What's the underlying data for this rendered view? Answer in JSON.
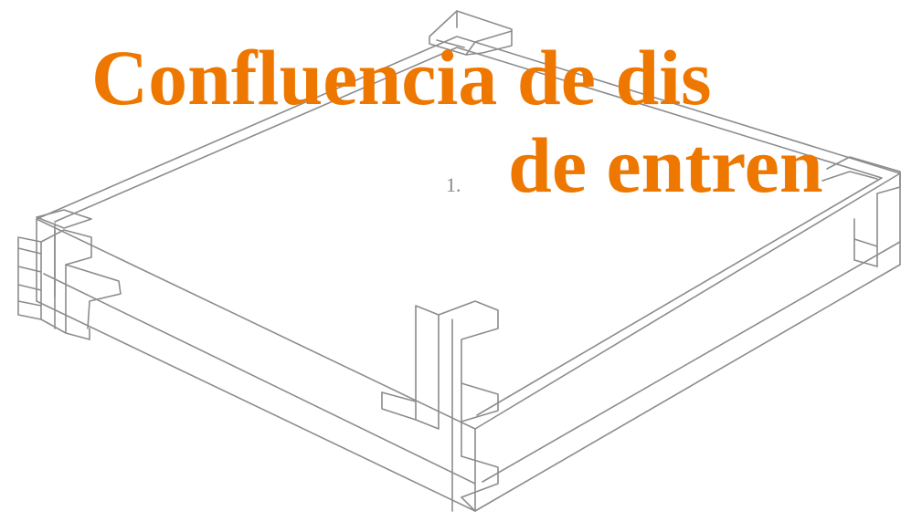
{
  "title": {
    "line1": "Confluencia de dis",
    "line2": "de entren",
    "color": "#ee7700"
  },
  "diagram": {
    "figure_label": "1.",
    "subject": "flat box panel with corner joint brackets",
    "line_color": "#8c8c8c"
  }
}
